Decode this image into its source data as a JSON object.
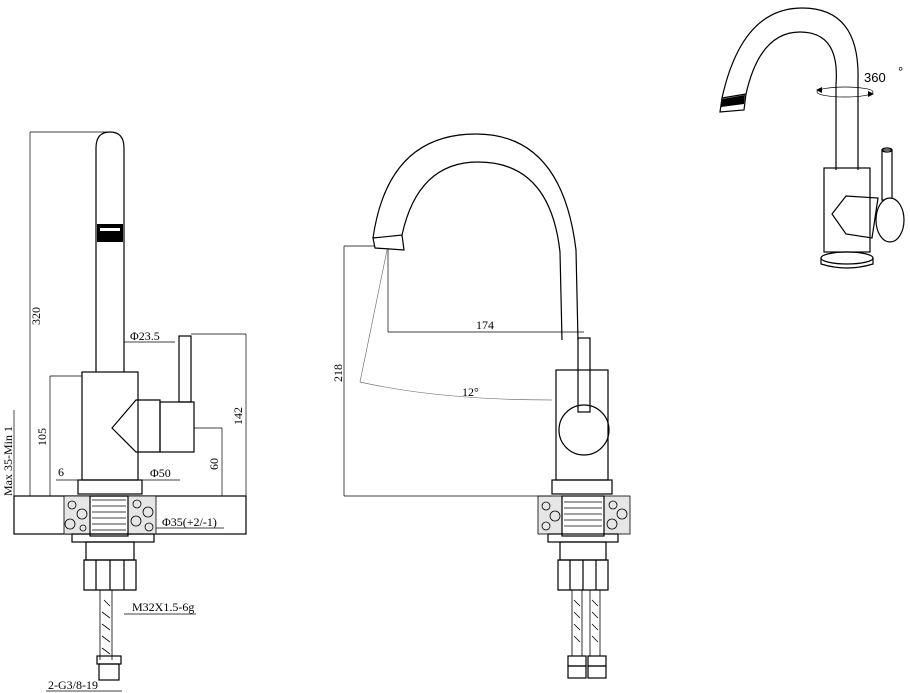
{
  "dimensions": {
    "height_total": "320",
    "tube_diameter": "Φ23.5",
    "body_height": "105",
    "handle_height": "142",
    "lever_offset": "60",
    "base_diameter": "Φ50",
    "small_offset": "6",
    "deck_thickness": "Max 35-Min 1",
    "hole_diameter": "Φ35(+2/-1)",
    "thread": "M32X1.5-6g",
    "hose_connection": "2-G3/8-19",
    "spout_height": "218",
    "spout_reach": "174",
    "spout_angle": "12°",
    "rotation": "360"
  }
}
